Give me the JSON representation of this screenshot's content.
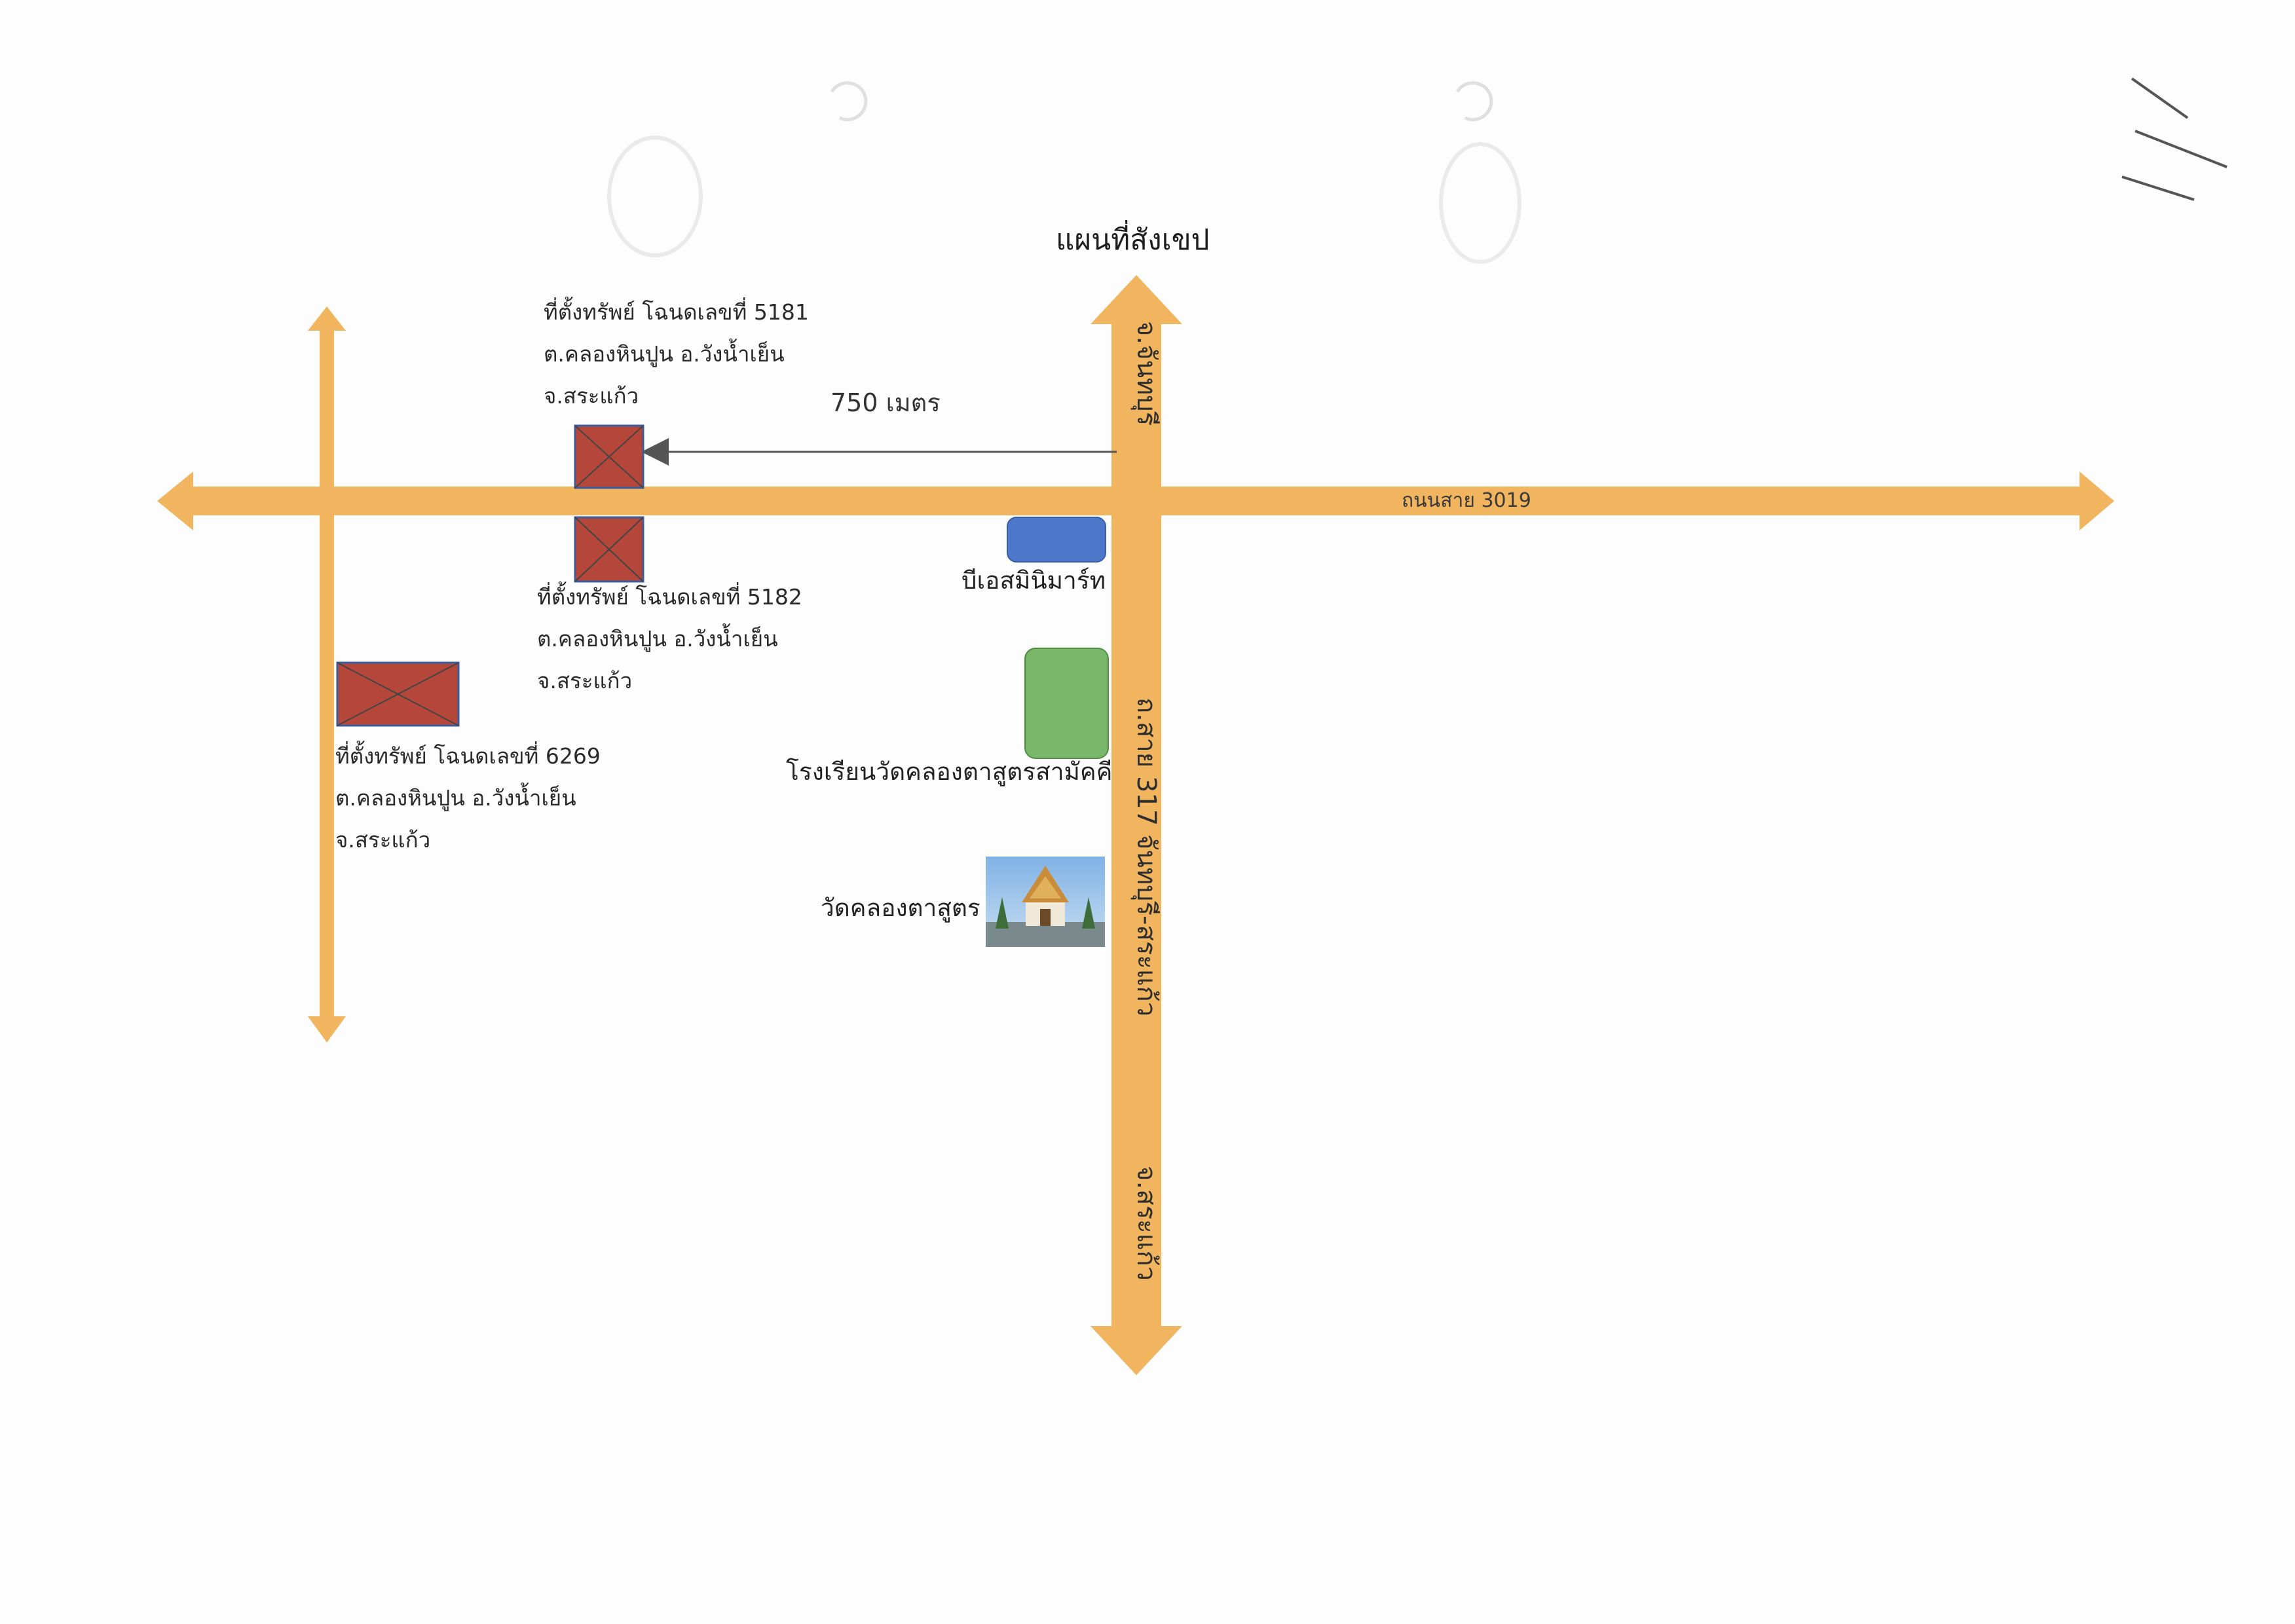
{
  "map": {
    "title": "แผนที่สังเขป",
    "roads": {
      "horizontal": "ถนนสาย 3019",
      "vertical_main": "ถ.สาย 317 จันทบุรี-สระแก้ว",
      "north_destination": "จ.จันทบุรี",
      "south_destination": "จ.สระแก้ว"
    },
    "distance_label": "750 เมตร",
    "plots": [
      {
        "name": "plot-5181",
        "lines": [
          "ที่ตั้งทรัพย์ โฉนดเลขที่ 5181",
          "ต.คลองหินปูน อ.วังน้ำเย็น",
          "จ.สระแก้ว"
        ]
      },
      {
        "name": "plot-5182",
        "lines": [
          "ที่ตั้งทรัพย์ โฉนดเลขที่ 5182",
          "ต.คลองหินปูน อ.วังน้ำเย็น",
          "จ.สระแก้ว"
        ]
      },
      {
        "name": "plot-6269",
        "lines": [
          "ที่ตั้งทรัพย์ โฉนดเลขที่ 6269",
          "ต.คลองหินปูน อ.วังน้ำเย็น",
          "จ.สระแก้ว"
        ]
      }
    ],
    "landmarks": {
      "store": "บีเอสมินิมาร์ท",
      "school": "โรงเรียนวัดคลองตาสูตรสามัคคี",
      "temple": "วัดคลองตาสูตร"
    },
    "colors": {
      "road": "#f0b55e",
      "plot_fill": "#b5473a",
      "plot_stroke": "#3c5b9a",
      "store": "#4d78c9",
      "school": "#79b86a"
    },
    "icons": [
      "cross-mark-icon",
      "temple-photo-icon",
      "arrow-icon"
    ]
  }
}
